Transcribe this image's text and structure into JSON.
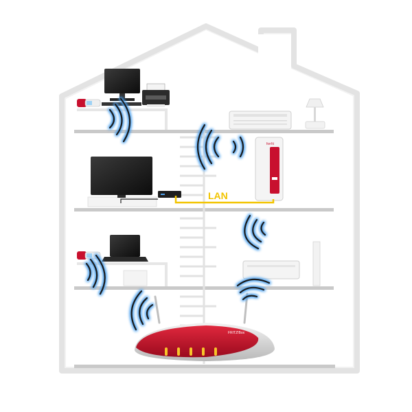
{
  "diagram": {
    "lan_label": "LAN",
    "repeater_brand": "fon!ti",
    "router_brand": "FRITZ!Box"
  },
  "colors": {
    "house_outline": "#d9d9d9",
    "floor": "#c4c4c4",
    "wifi_wave": "#1b1b1b",
    "wifi_glow": "#4fa3f0",
    "lan_cable": "#f2c400",
    "lan_text": "#f2c400",
    "device_red": "#c8102e",
    "router_silver": "#d6d6d6",
    "led_yellow": "#f7c52a"
  },
  "icons": [
    "house-icon",
    "desktop-computer-icon",
    "printer-icon",
    "dect-phone-icon",
    "ac-unit-icon",
    "table-lamp-icon",
    "tv-icon",
    "media-receiver-icon",
    "wifi-repeater-icon",
    "laptop-icon",
    "radiator-icon",
    "router-icon",
    "spiral-staircase-icon",
    "wifi-signal-icon"
  ]
}
